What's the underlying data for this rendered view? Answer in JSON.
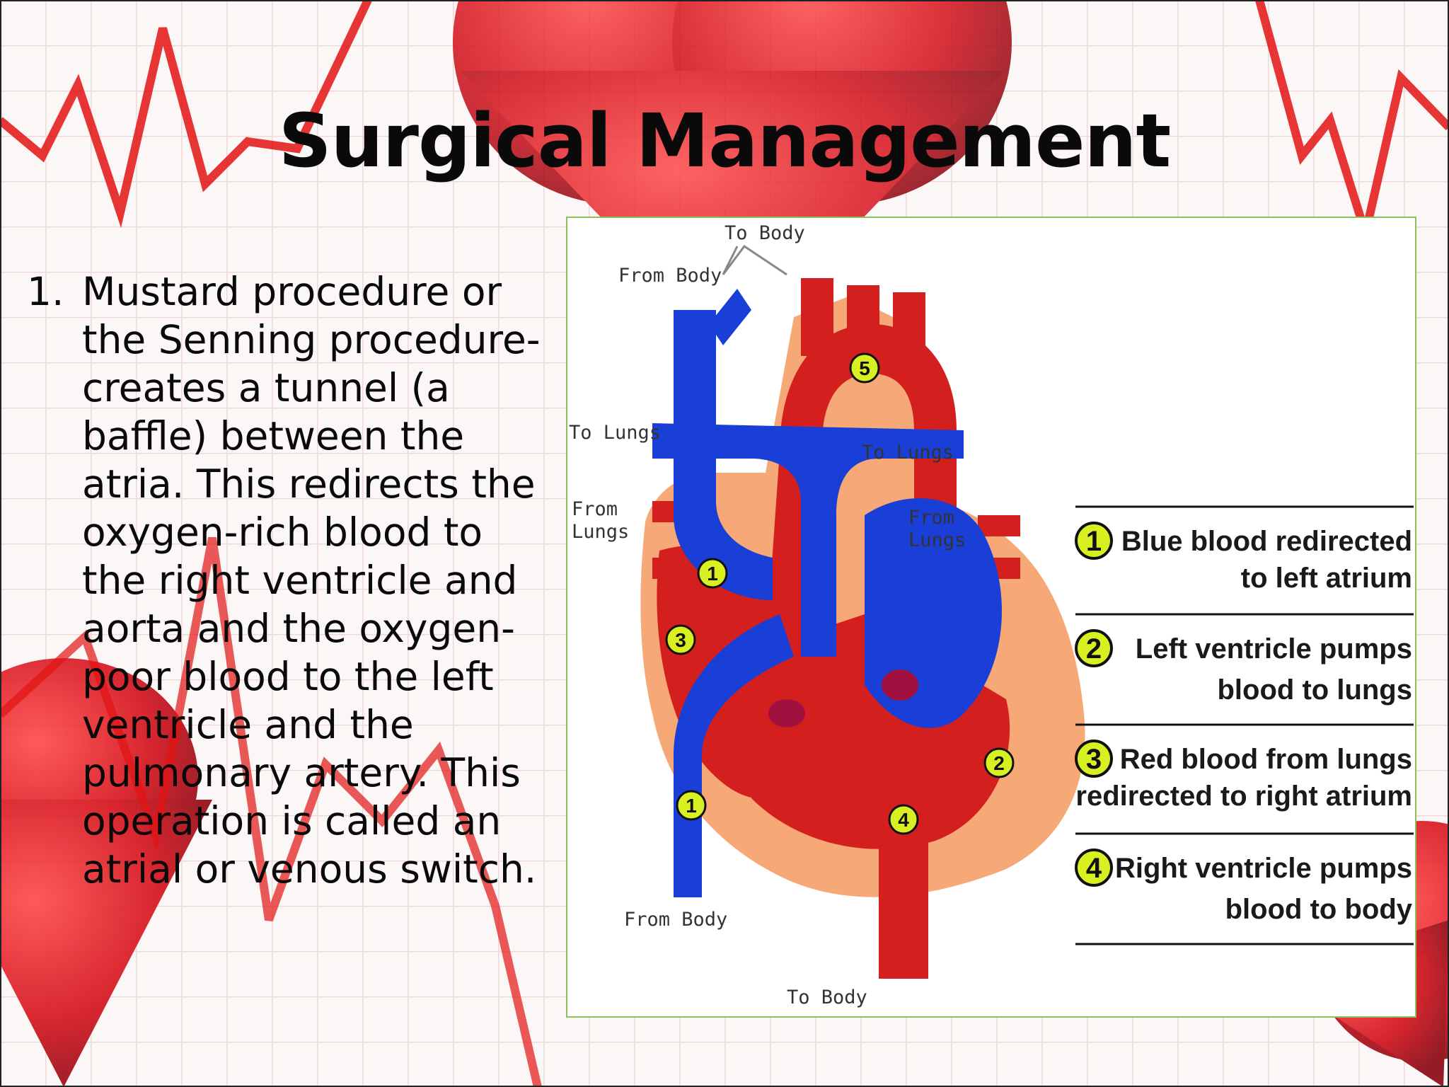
{
  "slide": {
    "title": "Surgical Management",
    "list_number": "1.",
    "body_lines": [
      "Mustard procedure or",
      "the Senning procedure-",
      "creates a tunnel (a",
      "baffle) between the",
      "atria. This redirects the",
      "oxygen-rich blood to",
      "the right ventricle and",
      "aorta and the oxygen-",
      "poor blood to the left",
      "ventricle and the",
      "pulmonary artery. This",
      "operation is called an",
      "atrial or venous switch."
    ]
  },
  "diagram": {
    "labels": {
      "to_body_top": "To Body",
      "from_body_top": "From Body",
      "to_lungs_left": "To Lungs",
      "to_lungs_right": "To Lungs",
      "from_lungs_left_1": "From",
      "from_lungs_left_2": "Lungs",
      "from_lungs_right_1": "From",
      "from_lungs_right_2": "Lungs",
      "from_body_bottom": "From Body",
      "to_body_bottom": "To Body"
    },
    "badges": [
      "1",
      "2",
      "3",
      "4",
      "5"
    ],
    "legend": [
      {
        "number": "1",
        "line1": "Blue blood redirected",
        "line2": "to left atrium"
      },
      {
        "number": "2",
        "line1": "Left ventricle pumps",
        "line2": "blood to lungs"
      },
      {
        "number": "3",
        "line1": "Red blood from lungs",
        "line2": "redirected to right atrium"
      },
      {
        "number": "4",
        "line1": "Right ventricle pumps",
        "line2": "blood to body"
      }
    ],
    "colors": {
      "oxygenated": "#d41f1f",
      "deoxygenated": "#1a3fd6",
      "tissue": "#f7a877",
      "badge": "#d8f021"
    }
  }
}
